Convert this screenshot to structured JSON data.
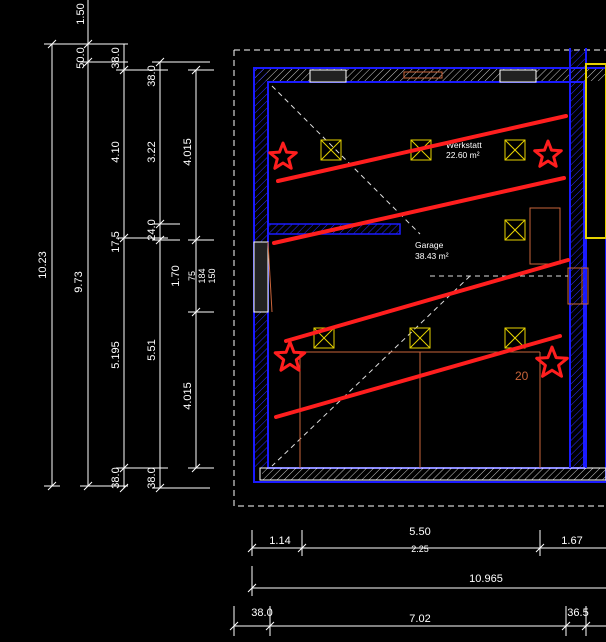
{
  "colors": {
    "background": "#000000",
    "dimension": "#ffffff",
    "wall": "#1a1aff",
    "hatch": "#ffffff",
    "door": "#c8643a",
    "fixture": "#e6d200",
    "annotation_red": "#ff1e1e"
  },
  "rooms": [
    {
      "name": "Werkstatt",
      "area": "22.60 m²"
    },
    {
      "name": "Garage",
      "area": "38.43 m²"
    }
  ],
  "annotations": {
    "level_label": "20"
  },
  "dimensions": {
    "left_vertical": {
      "overall_1": "10.23",
      "overall_2": "9.73",
      "top_1": "1.50",
      "top_2": "50.0",
      "top_3": "38.0",
      "c3_top": "38.0",
      "c3_a": "4.10",
      "c3_mid": "17.5",
      "c3_b": "5.195",
      "c3_bottom": "38.0",
      "c4_a": "3.22",
      "c4_mid": "24.0",
      "c4_b": "5.51",
      "c4_bottom": "38.0",
      "c5_a": "4.015",
      "c5_mid": "1.70",
      "c5_b": "4.015",
      "c6_a": "75",
      "c6_b": "184",
      "c6_c": "150"
    },
    "bottom_horizontal": {
      "r1_a": "1.14",
      "r1_b": "5.50",
      "r1_b_sub": "2.25",
      "r1_c": "1.67",
      "r2_total": "10.965",
      "r3_a": "38.0",
      "r3_b": "7.02",
      "r3_c": "36.5"
    }
  }
}
